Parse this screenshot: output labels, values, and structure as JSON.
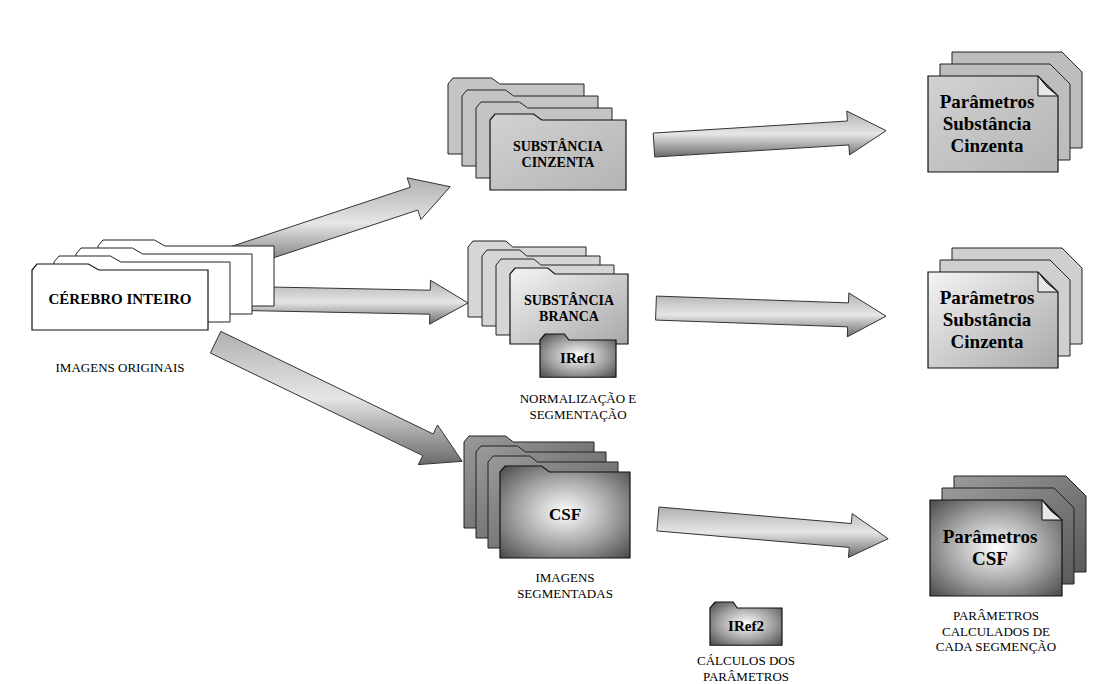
{
  "diagram": {
    "nodes": [
      {
        "text": [
          "CÉREBRO INTEIRO",
          "IMAGENS ORIGINAIS"
        ]
      },
      {
        "text": [
          "SUBSTÂNCIA CINZENTA"
        ]
      },
      {
        "text": [
          "Parâmetros Substância Cinzenta"
        ]
      },
      {
        "text": [
          "SUBSTÂNCIA BRANCA"
        ]
      },
      {
        "text": [
          "Parâmetros Substância Cinzenta"
        ]
      },
      {
        "text": [
          "IRef1",
          "NORMALIZAÇÃO E SEGMENTAÇÃO"
        ]
      },
      {
        "text": [
          "CSF",
          "IMAGENS SEGMENTADAS"
        ]
      },
      {
        "text": [
          "Parâmetros CSF",
          "PARÂMETROS CALCULADOS DE CADA SEGMENÇÃO"
        ]
      },
      {
        "text": [
          "IRef2",
          "CÁLCULOS DOS PARÂMETROS"
        ]
      }
    ],
    "edges": [
      {
        "from": 0,
        "to": 1,
        "arrow": "to"
      },
      {
        "from": 0,
        "to": 3,
        "arrow": "to"
      },
      {
        "from": 0,
        "to": 6,
        "arrow": "to"
      },
      {
        "from": 1,
        "to": 2,
        "arrow": "to"
      },
      {
        "from": 3,
        "to": 4,
        "arrow": "to"
      },
      {
        "from": 6,
        "to": 7,
        "arrow": "to"
      }
    ]
  }
}
